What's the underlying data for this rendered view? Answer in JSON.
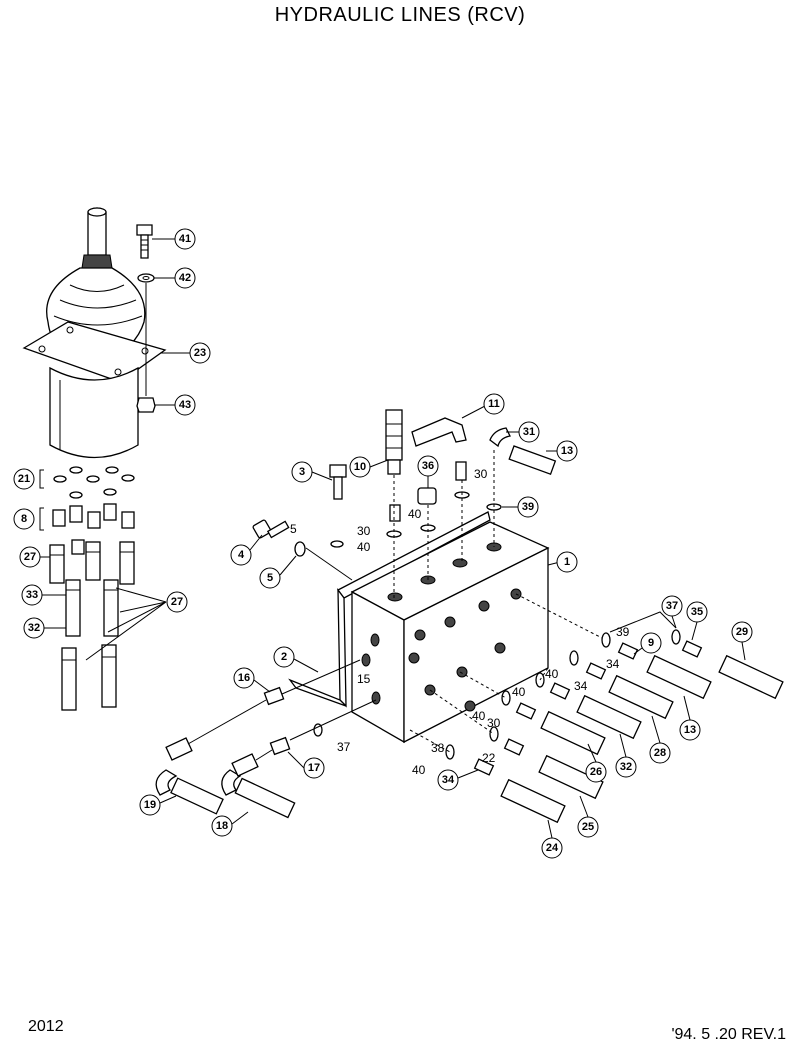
{
  "title": "HYDRAULIC LINES (RCV)",
  "footer": {
    "page": "2012",
    "revision": "'94. 5 .20 REV.1"
  },
  "callouts": [
    {
      "id": "c41",
      "num": "41"
    },
    {
      "id": "c42",
      "num": "42"
    },
    {
      "id": "c23",
      "num": "23"
    },
    {
      "id": "c43",
      "num": "43"
    },
    {
      "id": "c21",
      "num": "21"
    },
    {
      "id": "c8",
      "num": "8"
    },
    {
      "id": "c27a",
      "num": "27"
    },
    {
      "id": "c33",
      "num": "33"
    },
    {
      "id": "c27b",
      "num": "27"
    },
    {
      "id": "c32a",
      "num": "32"
    },
    {
      "id": "c11",
      "num": "11"
    },
    {
      "id": "c31",
      "num": "31"
    },
    {
      "id": "c13a",
      "num": "13"
    },
    {
      "id": "c10",
      "num": "10"
    },
    {
      "id": "c3",
      "num": "3"
    },
    {
      "id": "c36",
      "num": "36"
    },
    {
      "id": "c39a",
      "num": "39"
    },
    {
      "id": "c1",
      "num": "1"
    },
    {
      "id": "c4",
      "num": "4"
    },
    {
      "id": "c5b",
      "num": "5"
    },
    {
      "id": "c37a",
      "num": "37"
    },
    {
      "id": "c35",
      "num": "35"
    },
    {
      "id": "c9",
      "num": "9"
    },
    {
      "id": "c29",
      "num": "29"
    },
    {
      "id": "c2",
      "num": "2"
    },
    {
      "id": "c16",
      "num": "16"
    },
    {
      "id": "c13b",
      "num": "13"
    },
    {
      "id": "c28",
      "num": "28"
    },
    {
      "id": "c32b",
      "num": "32"
    },
    {
      "id": "c17",
      "num": "17"
    },
    {
      "id": "c19",
      "num": "19"
    },
    {
      "id": "c18",
      "num": "18"
    },
    {
      "id": "c34c",
      "num": "34"
    },
    {
      "id": "c26",
      "num": "26"
    },
    {
      "id": "c25",
      "num": "25"
    },
    {
      "id": "c24",
      "num": "24"
    }
  ],
  "labels": [
    {
      "id": "l5a",
      "num": "5"
    },
    {
      "id": "l30a",
      "num": "30"
    },
    {
      "id": "l40a",
      "num": "40"
    },
    {
      "id": "l30b",
      "num": "30"
    },
    {
      "id": "l40b",
      "num": "40"
    },
    {
      "id": "l39b",
      "num": "39"
    },
    {
      "id": "l34a",
      "num": "34"
    },
    {
      "id": "l34b",
      "num": "34"
    },
    {
      "id": "l40c",
      "num": "40"
    },
    {
      "id": "l40d",
      "num": "40"
    },
    {
      "id": "l40e",
      "num": "40"
    },
    {
      "id": "l15",
      "num": "15"
    },
    {
      "id": "l37b",
      "num": "37"
    },
    {
      "id": "l30c",
      "num": "30"
    },
    {
      "id": "l22",
      "num": "22"
    },
    {
      "id": "l38",
      "num": "38"
    },
    {
      "id": "l40f",
      "num": "40"
    }
  ]
}
